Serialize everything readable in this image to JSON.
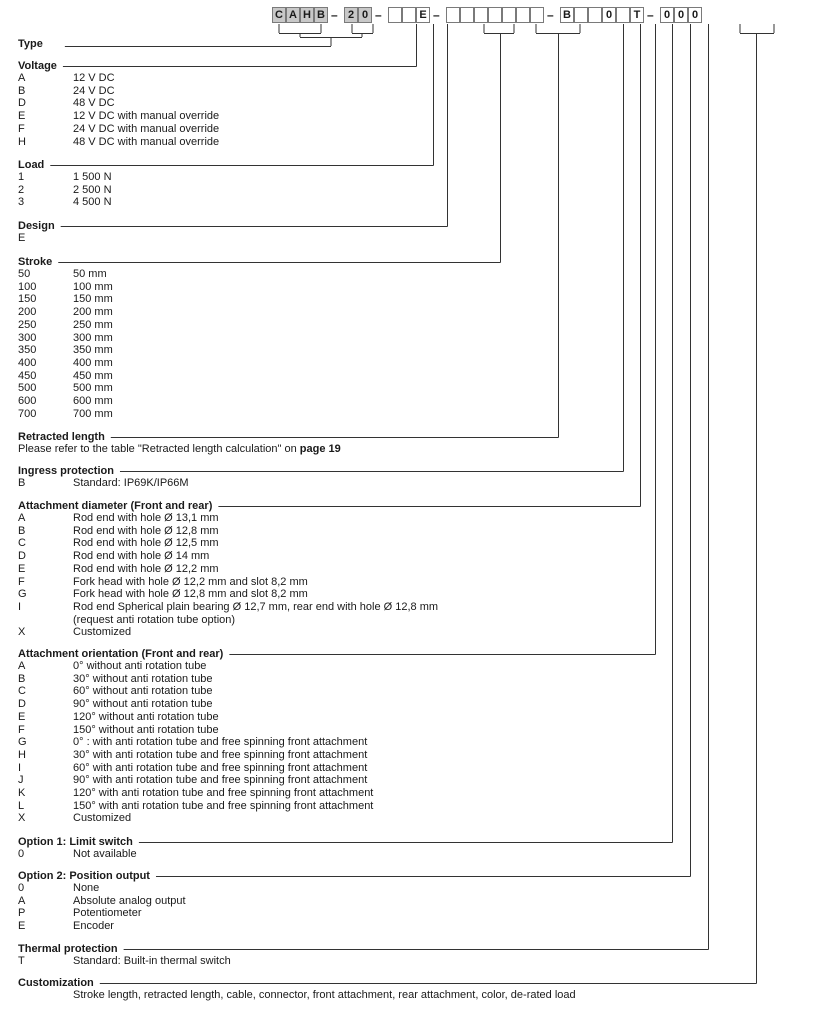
{
  "code_boxes": [
    {
      "text": "C",
      "fill": true
    },
    {
      "text": "A",
      "fill": true
    },
    {
      "text": "H",
      "fill": true
    },
    {
      "text": "B",
      "fill": true
    },
    {
      "sep": "–"
    },
    {
      "text": "2",
      "fill": true
    },
    {
      "text": "0",
      "fill": true
    },
    {
      "sep": "–"
    },
    {
      "text": "",
      "fill": false
    },
    {
      "text": "",
      "fill": false
    },
    {
      "text": "E",
      "fill": false
    },
    {
      "sep": "–"
    },
    {
      "text": "",
      "fill": false
    },
    {
      "text": "",
      "fill": false
    },
    {
      "text": "",
      "fill": false
    },
    {
      "text": "",
      "fill": false
    },
    {
      "text": "",
      "fill": false
    },
    {
      "text": "",
      "fill": false
    },
    {
      "text": "",
      "fill": false
    },
    {
      "sep": "–"
    },
    {
      "text": "B",
      "fill": false
    },
    {
      "text": "",
      "fill": false
    },
    {
      "text": "",
      "fill": false
    },
    {
      "text": "0",
      "fill": false
    },
    {
      "text": "",
      "fill": false
    },
    {
      "text": "T",
      "fill": false
    },
    {
      "sep": "–"
    },
    {
      "text": "0",
      "fill": false
    },
    {
      "text": "0",
      "fill": false
    },
    {
      "text": "0",
      "fill": false
    }
  ],
  "sections": [
    {
      "id": "type",
      "heading": "Type",
      "rows": []
    },
    {
      "id": "voltage",
      "heading": "Voltage",
      "rows": [
        {
          "code": "A",
          "desc": "12 V DC"
        },
        {
          "code": "B",
          "desc": "24 V DC"
        },
        {
          "code": "D",
          "desc": "48 V DC"
        },
        {
          "code": "E",
          "desc": "12 V DC with manual override"
        },
        {
          "code": "F",
          "desc": "24 V DC with manual override"
        },
        {
          "code": "H",
          "desc": "48 V DC with manual override"
        }
      ]
    },
    {
      "id": "load",
      "heading": "Load",
      "rows": [
        {
          "code": "1",
          "desc": "1 500 N"
        },
        {
          "code": "2",
          "desc": "2 500 N"
        },
        {
          "code": "3",
          "desc": "4 500 N"
        }
      ]
    },
    {
      "id": "design",
      "heading": "Design",
      "rows": [
        {
          "code": "E",
          "desc": ""
        }
      ]
    },
    {
      "id": "stroke",
      "heading": "Stroke",
      "rows": [
        {
          "code": "50",
          "desc": "50 mm"
        },
        {
          "code": "100",
          "desc": "100 mm"
        },
        {
          "code": "150",
          "desc": "150 mm"
        },
        {
          "code": "200",
          "desc": "200 mm"
        },
        {
          "code": "250",
          "desc": "250 mm"
        },
        {
          "code": "300",
          "desc": "300 mm"
        },
        {
          "code": "350",
          "desc": "350 mm"
        },
        {
          "code": "400",
          "desc": "400 mm"
        },
        {
          "code": "450",
          "desc": "450 mm"
        },
        {
          "code": "500",
          "desc": "500 mm"
        },
        {
          "code": "600",
          "desc": "600 mm"
        },
        {
          "code": "700",
          "desc": "700 mm"
        }
      ]
    },
    {
      "id": "retracted",
      "heading": "Retracted length",
      "note": "Please refer to the table \"Retracted length calculation\" on ",
      "note_page": "page 19",
      "rows": []
    },
    {
      "id": "ingress",
      "heading": "Ingress protection",
      "rows": [
        {
          "code": "B",
          "desc": "Standard: IP69K/IP66M"
        }
      ]
    },
    {
      "id": "attach_dia",
      "heading": "Attachment diameter (Front and rear)",
      "rows": [
        {
          "code": "A",
          "desc": "Rod end with hole Ø 13,1 mm"
        },
        {
          "code": "B",
          "desc": "Rod end with hole Ø 12,8 mm"
        },
        {
          "code": "C",
          "desc": "Rod end with hole Ø 12,5 mm"
        },
        {
          "code": "D",
          "desc": "Rod end with hole Ø 14 mm"
        },
        {
          "code": "E",
          "desc": "Rod end with hole Ø 12,2 mm"
        },
        {
          "code": "F",
          "desc": "Fork head with hole Ø 12,2 mm and slot 8,2 mm"
        },
        {
          "code": "G",
          "desc": "Fork head with hole Ø 12,8 mm and slot 8,2 mm"
        },
        {
          "code": "I",
          "desc": "Rod end Spherical plain bearing Ø 12,7 mm, rear end with hole Ø 12,8 mm"
        },
        {
          "code": "",
          "desc": "(request anti rotation tube option)"
        },
        {
          "code": "X",
          "desc": "Customized"
        }
      ]
    },
    {
      "id": "attach_orient",
      "heading": "Attachment orientation (Front and rear)",
      "rows": [
        {
          "code": "A",
          "desc": "0° without anti rotation tube"
        },
        {
          "code": "B",
          "desc": "30° without anti rotation tube"
        },
        {
          "code": "C",
          "desc": "60° without anti rotation tube"
        },
        {
          "code": "D",
          "desc": "90° without anti rotation tube"
        },
        {
          "code": "E",
          "desc": "120° without anti rotation tube"
        },
        {
          "code": "F",
          "desc": "150° without anti rotation tube"
        },
        {
          "code": "G",
          "desc": "0° : with anti rotation tube and free spinning front attachment"
        },
        {
          "code": "H",
          "desc": "30°  with anti rotation tube and free spinning front attachment"
        },
        {
          "code": "I",
          "desc": "60°  with anti rotation tube and free spinning front attachment"
        },
        {
          "code": "J",
          "desc": "90° with anti rotation tube and free spinning front attachment"
        },
        {
          "code": "K",
          "desc": "120° with anti rotation tube and free spinning front attachment"
        },
        {
          "code": "L",
          "desc": "150°  with anti rotation tube and free spinning front attachment"
        },
        {
          "code": "X",
          "desc": "Customized"
        }
      ]
    },
    {
      "id": "opt1",
      "heading": "Option 1: Limit switch",
      "rows": [
        {
          "code": "0",
          "desc": "Not available"
        }
      ]
    },
    {
      "id": "opt2",
      "heading": "Option 2: Position output",
      "rows": [
        {
          "code": "0",
          "desc": "None"
        },
        {
          "code": "A",
          "desc": "Absolute analog output"
        },
        {
          "code": "P",
          "desc": "Potentiometer"
        },
        {
          "code": "E",
          "desc": "Encoder"
        }
      ]
    },
    {
      "id": "thermal",
      "heading": "Thermal protection",
      "rows": [
        {
          "code": "T",
          "desc": "Standard: Built-in thermal switch"
        }
      ]
    },
    {
      "id": "custom",
      "heading": "Customization",
      "rows": [
        {
          "code": "",
          "desc": "Stroke length, retracted length, cable, connector, front attachment, rear attachment, color, de-rated load"
        }
      ]
    }
  ]
}
